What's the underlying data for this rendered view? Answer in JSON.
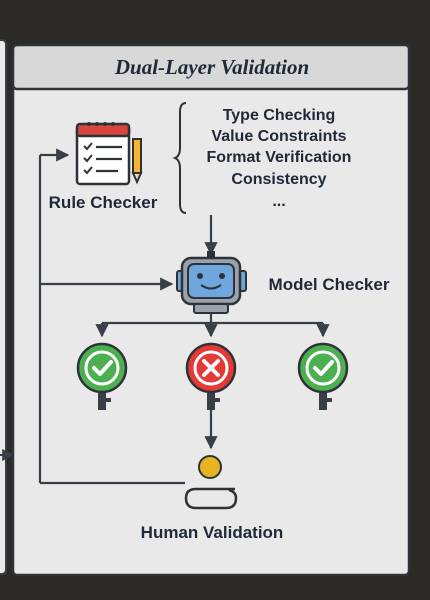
{
  "panel": {
    "title": "Dual-Layer Validation"
  },
  "rule_checker": {
    "label": "Rule Checker",
    "checks": [
      "Type Checking",
      "Value Constraints",
      "Format Verification",
      "Consistency",
      "..."
    ]
  },
  "model_checker": {
    "label": "Model Checker"
  },
  "outcomes": [
    {
      "status": "pass",
      "icon": "check-icon",
      "color": "#4caf50"
    },
    {
      "status": "fail",
      "icon": "x-icon",
      "color": "#e53935"
    },
    {
      "status": "pass",
      "icon": "check-icon",
      "color": "#4caf50"
    }
  ],
  "human_validation": {
    "label": "Human Validation"
  },
  "colors": {
    "background": "#2b2a27",
    "panel_fill": "#e9e9e9",
    "title_bar": "#d8d8d8",
    "line": "#3a3f47",
    "pass": "#4caf50",
    "fail": "#e53935",
    "robot": "#6fa6de",
    "clipboard": "#d7453c",
    "pencil": "#f5b52c",
    "human_head": "#e6b323"
  }
}
